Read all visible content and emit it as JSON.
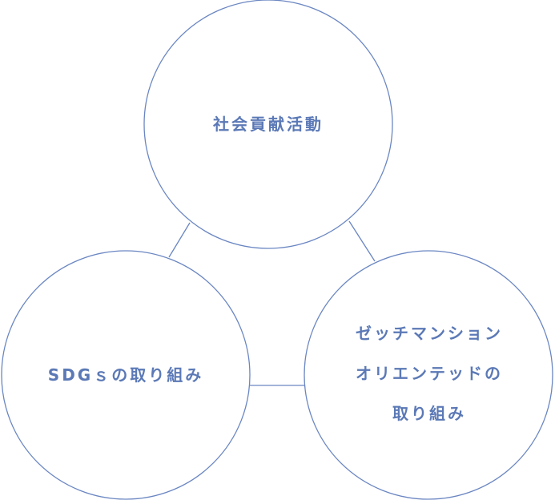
{
  "colors": {
    "stroke": "#6a86c2",
    "text": "#5b79b6"
  },
  "nodes": {
    "top": {
      "label": "社会貢献活動"
    },
    "left": {
      "label": "SDGｓの取り組み"
    },
    "right": {
      "line1": "ゼッチマンション",
      "line2": "オリエンテッドの",
      "line3": "取り組み"
    }
  }
}
